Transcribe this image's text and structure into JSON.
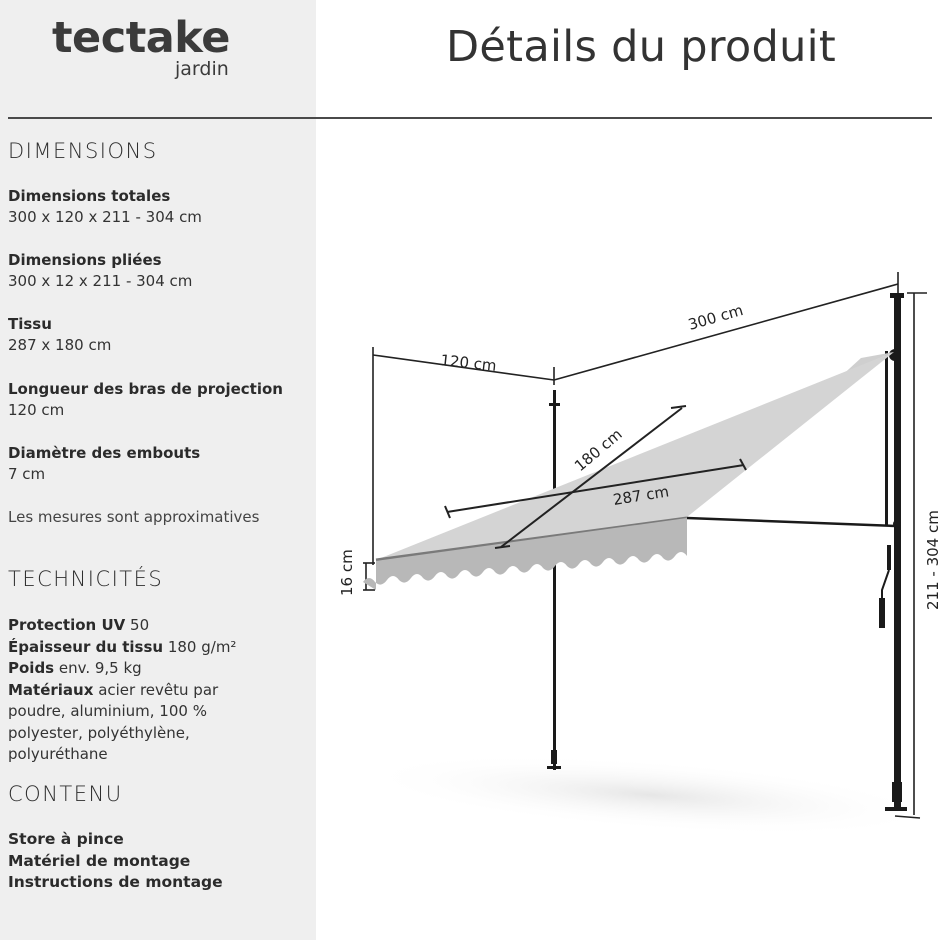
{
  "brand": {
    "name": "tectake",
    "sub": "jardin"
  },
  "page_title": "Détails du produit",
  "dimensions": {
    "title": "DIMENSIONS",
    "items": [
      {
        "label": "Dimensions totales",
        "value": "300 x 120 x 211 - 304 cm"
      },
      {
        "label": "Dimensions pliées",
        "value": "300 x 12 x 211 - 304 cm"
      },
      {
        "label": "Tissu",
        "value": "287 x 180 cm"
      },
      {
        "label": "Longueur des bras de projection",
        "value": "120 cm"
      },
      {
        "label": "Diamètre des embouts",
        "value": "7 cm"
      }
    ],
    "note": "Les mesures sont approximatives"
  },
  "technicites": {
    "title": "TECHNICITÉS",
    "items": [
      {
        "label": "Protection UV",
        "value": "50"
      },
      {
        "label": "Épaisseur du tissu",
        "value": "180 g/m²"
      },
      {
        "label": "Poids",
        "value": "env. 9,5 kg"
      },
      {
        "label": "Matériaux",
        "value": "acier revêtu par poudre, aluminium, 100 % polyester, polyéthylène, polyuréthane"
      }
    ]
  },
  "contenu": {
    "title": "CONTENU",
    "items": [
      "Store à pince",
      "Matériel de montage",
      "Instructions de montage"
    ]
  },
  "diagram": {
    "labels": {
      "arm_length": "120 cm",
      "width": "300  cm",
      "fabric_depth": "180 cm",
      "fabric_width": "287 cm",
      "valance": "16 cm",
      "height": "211 - 304 cm"
    },
    "colors": {
      "fabric": "#cfcfcf",
      "valance": "#b8b8b8",
      "pole": "#1a1a1a",
      "line": "#222222"
    }
  }
}
